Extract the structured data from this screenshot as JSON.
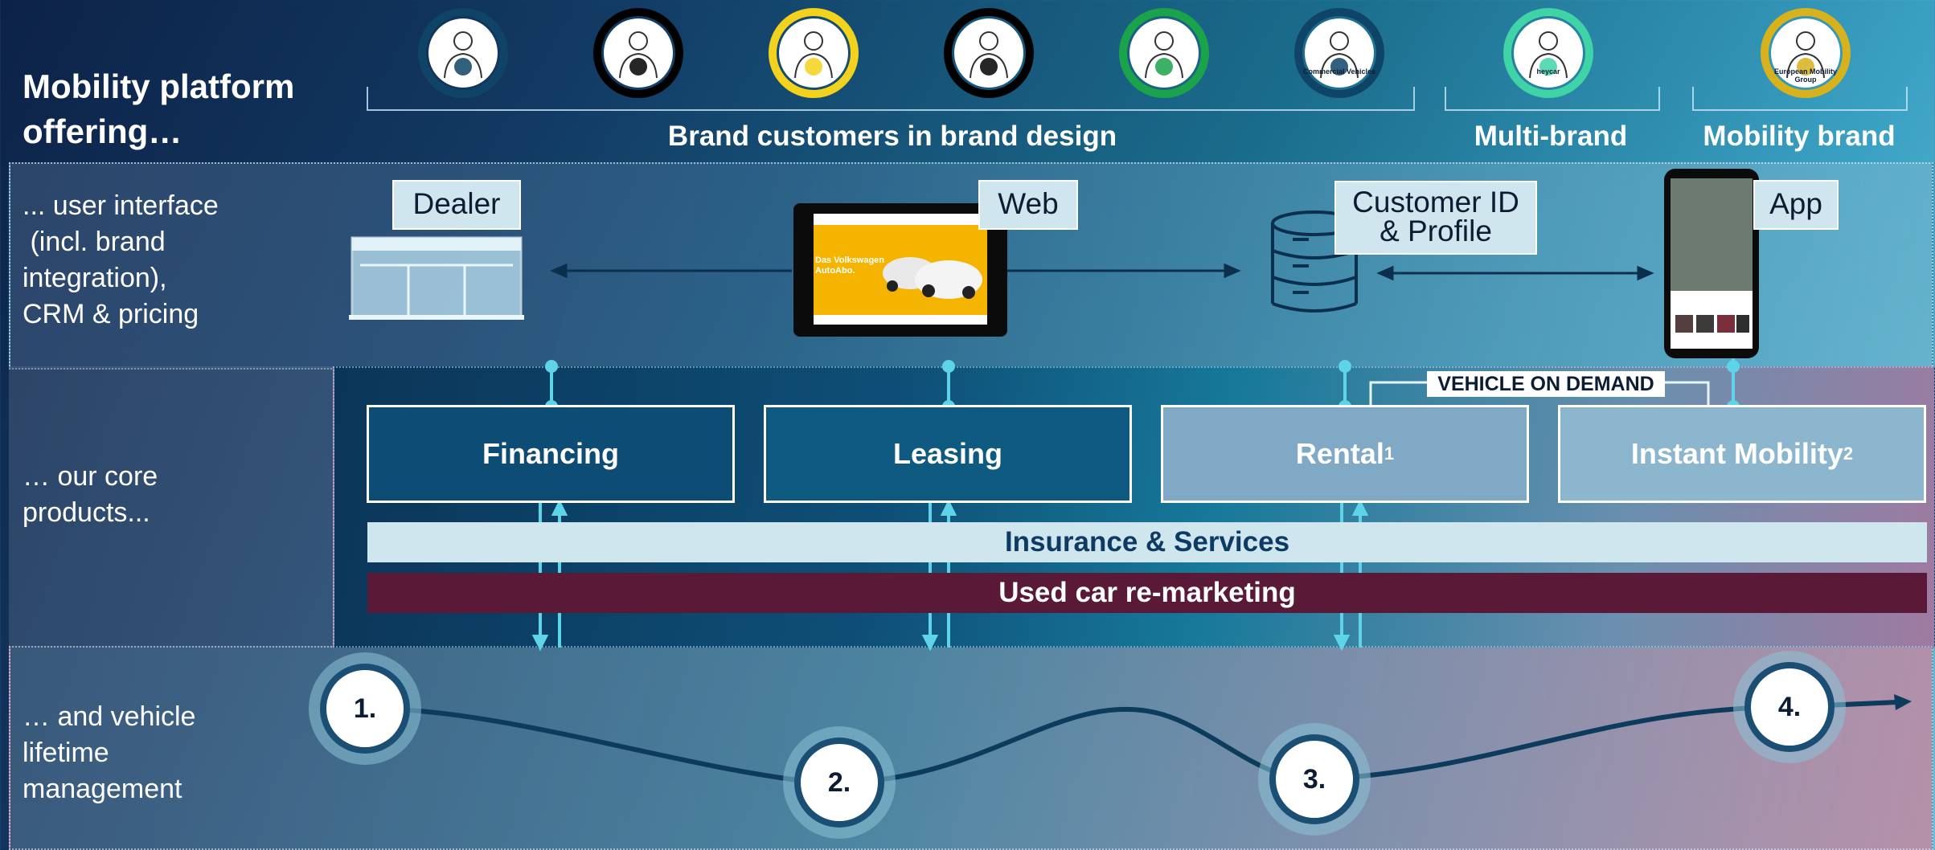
{
  "title": "Mobility platform offering…",
  "groups": {
    "brand": "Brand customers in brand design",
    "multi": "Multi-brand",
    "mobility": "Mobility brand"
  },
  "logos": [
    {
      "name": "vw-logo-icon",
      "ring": "#0f4466"
    },
    {
      "name": "audi-logo-icon",
      "ring": "#000000"
    },
    {
      "name": "seat-logo-icon",
      "ring": "#f2d21c"
    },
    {
      "name": "cupra-logo-icon",
      "ring": "#000000"
    },
    {
      "name": "skoda-logo-icon",
      "ring": "#1aa34a"
    },
    {
      "name": "vw-commercial-logo-icon",
      "ring": "#0f4466",
      "caption": "Commercial Vehicles"
    },
    {
      "name": "heycar-logo-icon",
      "ring": "#3fd3a7",
      "caption": "heycar"
    },
    {
      "name": "european-mobility-group-logo-icon",
      "ring": "#d8b21c",
      "caption": "European Mobility Group"
    }
  ],
  "rows": {
    "ui": "... user interface\n (incl. brand\nintegration),\nCRM & pricing",
    "core": "… our core\nproducts...",
    "lifetime": "… and vehicle\nlifetime\nmanagement"
  },
  "channels": {
    "dealer": "Dealer",
    "web": "Web",
    "customer": "Customer ID\n& Profile",
    "app": "App"
  },
  "tablet": {
    "headline": "Das Volkswagen\nAutoAbo."
  },
  "vehicle_on_demand": "VEHICLE ON DEMAND",
  "products": [
    {
      "label": "Financing",
      "sup": ""
    },
    {
      "label": "Leasing",
      "sup": ""
    },
    {
      "label": "Rental",
      "sup": "1"
    },
    {
      "label": "Instant Mobility",
      "sup": "2"
    }
  ],
  "insurance": "Insurance & Services",
  "remarketing": "Used car re-marketing",
  "steps": [
    "1.",
    "2.",
    "3.",
    "4."
  ],
  "colors": {
    "accent_cyan": "#5fd3e8",
    "remarketing_bg": "#5a1a37",
    "insurance_bg": "#cfe6ee",
    "dark_navy": "#0c1d33"
  }
}
